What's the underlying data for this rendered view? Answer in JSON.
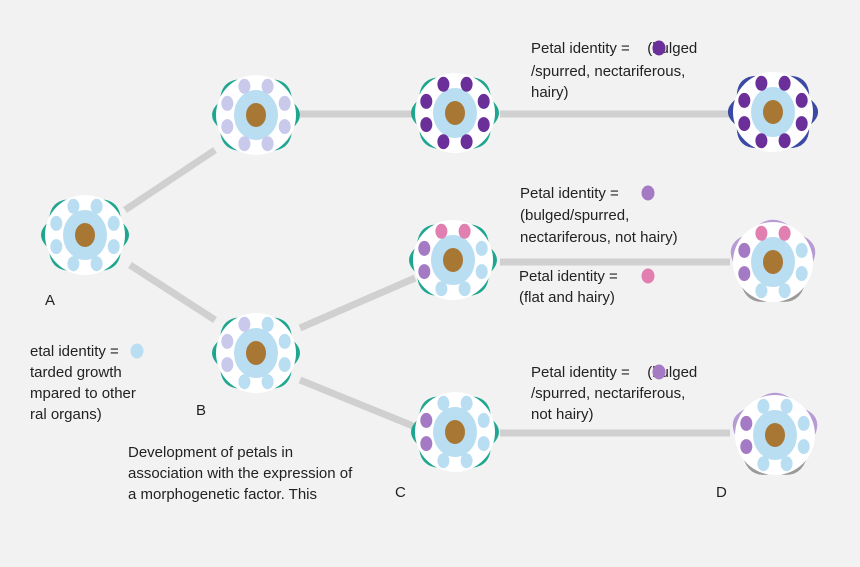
{
  "colors": {
    "background": "#f2f2f2",
    "connector": "#d0d0d0",
    "sepal_teal": "#1fa68f",
    "sepal_navy": "#3c4aa3",
    "sepal_lavender": "#b79bd4",
    "sepal_gray": "#9a9a9a",
    "light_blue": "#b9def2",
    "lilac_dot": "#c9c9ec",
    "purple_dot": "#6b2f9a",
    "lavender_dot": "#a57ac4",
    "pink_dot": "#e07fb0",
    "center_brown": "#a87734"
  },
  "stage_labels": {
    "a": "A",
    "b": "B",
    "c": "C",
    "d": "D"
  },
  "annotations": {
    "top_right": [
      "Petal identity = ● (bulged",
      "/spurred, nectariferous,",
      "hairy)"
    ],
    "mid_right_1": [
      "Petal identity = ●",
      "(bulged/spurred,",
      "nectariferous, not hairy)"
    ],
    "mid_right_2": [
      "Petal identity = ●",
      "(flat and hairy)"
    ],
    "bottom_right": [
      "Petal identity = ● (bulged",
      "/spurred, nectariferous,",
      "not hairy)"
    ],
    "left": [
      "etal identity = ●",
      "tarded growth",
      "mpared to other",
      "ral organs)"
    ],
    "caption": [
      "Development of petals in",
      "association with the expression of",
      "a morphogenetic factor. This"
    ]
  },
  "annotation_dots": {
    "top_right": "purple_dot",
    "mid_right_1": "lavender_dot",
    "mid_right_2": "pink_dot",
    "bottom_right": "lavender_dot",
    "left": "light_blue"
  },
  "flowers": [
    {
      "id": "flower-a",
      "sepals": "teal",
      "dots": [
        "light_blue",
        "light_blue",
        "light_blue",
        "light_blue",
        "light_blue",
        "light_blue",
        "light_blue",
        "light_blue"
      ]
    },
    {
      "id": "flower-b-top",
      "sepals": "teal",
      "dots": [
        "lilac_dot",
        "lilac_dot",
        "lilac_dot",
        "lilac_dot",
        "lilac_dot",
        "lilac_dot",
        "lilac_dot",
        "lilac_dot"
      ]
    },
    {
      "id": "flower-b-bottom",
      "sepals": "teal",
      "dots": [
        "lilac_dot",
        "lilac_dot",
        "lilac_dot",
        "light_blue",
        "light_blue",
        "light_blue",
        "light_blue",
        "light_blue"
      ]
    },
    {
      "id": "flower-c-top",
      "sepals": "teal",
      "dots": [
        "purple_dot",
        "purple_dot",
        "purple_dot",
        "purple_dot",
        "purple_dot",
        "purple_dot",
        "purple_dot",
        "purple_dot"
      ]
    },
    {
      "id": "flower-c-middle",
      "sepals": "teal",
      "dots": [
        "lavender_dot",
        "lavender_dot",
        "pink_dot",
        "pink_dot",
        "light_blue",
        "light_blue",
        "light_blue",
        "light_blue"
      ]
    },
    {
      "id": "flower-c-bottom",
      "sepals": "teal",
      "dots": [
        "lavender_dot",
        "lavender_dot",
        "light_blue",
        "light_blue",
        "light_blue",
        "light_blue",
        "light_blue",
        "light_blue"
      ]
    },
    {
      "id": "flower-d-top",
      "sepals": "navy",
      "dots": [
        "purple_dot",
        "purple_dot",
        "purple_dot",
        "purple_dot",
        "purple_dot",
        "purple_dot",
        "purple_dot",
        "purple_dot"
      ]
    },
    {
      "id": "flower-d-middle",
      "sepals": "lavender_top_gray_bottom",
      "dots": [
        "lavender_dot",
        "lavender_dot",
        "pink_dot",
        "pink_dot",
        "light_blue",
        "light_blue",
        "light_blue",
        "light_blue"
      ]
    },
    {
      "id": "flower-d-bottom",
      "sepals": "lavender_top_gray_bottom",
      "dots": [
        "lavender_dot",
        "lavender_dot",
        "light_blue",
        "light_blue",
        "light_blue",
        "light_blue",
        "light_blue",
        "light_blue"
      ]
    }
  ]
}
